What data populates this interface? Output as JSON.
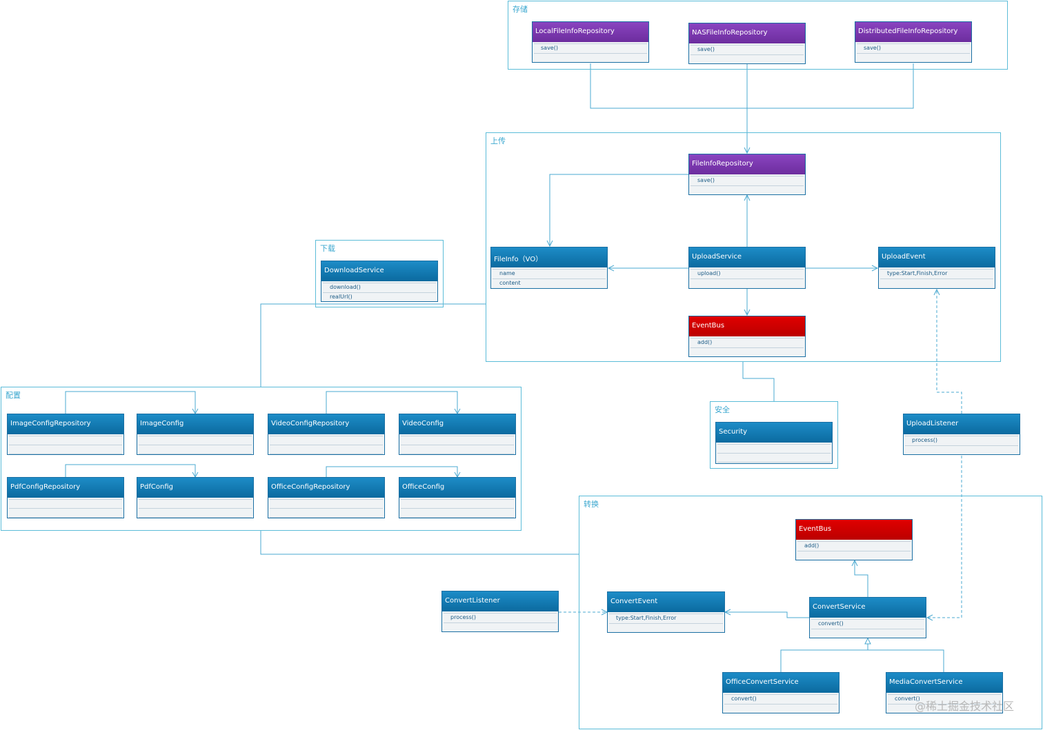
{
  "packages": [
    {
      "id": "storage",
      "label": "存储"
    },
    {
      "id": "upload",
      "label": "上传"
    },
    {
      "id": "download",
      "label": "下载"
    },
    {
      "id": "config",
      "label": "配置"
    },
    {
      "id": "security",
      "label": "安全"
    },
    {
      "id": "convert",
      "label": "转换"
    }
  ],
  "classes": [
    {
      "id": "local-repo",
      "title": "LocalFileInfoRepository",
      "members": [
        "save()"
      ],
      "color": "purple"
    },
    {
      "id": "nas-repo",
      "title": "NASFileInfoRepository",
      "members": [
        "save()"
      ],
      "color": "purple"
    },
    {
      "id": "dist-repo",
      "title": "DistributedFileInfoRepository",
      "members": [
        "save()"
      ],
      "color": "purple"
    },
    {
      "id": "fileinfo-repo",
      "title": "FileInfoRepository",
      "members": [
        "save()"
      ],
      "color": "purple"
    },
    {
      "id": "fileinfo-vo",
      "title": "FileInfo（VO）",
      "members": [
        "name",
        "content"
      ],
      "color": "blue"
    },
    {
      "id": "upload-service",
      "title": "UploadService",
      "members": [
        "upload()"
      ],
      "color": "blue"
    },
    {
      "id": "upload-event",
      "title": "UploadEvent",
      "members": [
        "type:Start,Finish,Error"
      ],
      "color": "blue"
    },
    {
      "id": "eventbus-upload",
      "title": "EventBus",
      "members": [
        "add()"
      ],
      "color": "red"
    },
    {
      "id": "download-service",
      "title": "DownloadService",
      "members": [
        "download()",
        "realUrl()"
      ],
      "color": "blue"
    },
    {
      "id": "image-config-repo",
      "title": "ImageConfigRepository",
      "members": [
        "",
        ""
      ],
      "color": "blue"
    },
    {
      "id": "image-config",
      "title": "ImageConfig",
      "members": [
        "",
        ""
      ],
      "color": "blue"
    },
    {
      "id": "video-config-repo",
      "title": "VideoConfigRepository",
      "members": [
        "",
        ""
      ],
      "color": "blue"
    },
    {
      "id": "video-config",
      "title": "VideoConfig",
      "members": [
        "",
        ""
      ],
      "color": "blue"
    },
    {
      "id": "pdf-config-repo",
      "title": "PdfConfigRepository",
      "members": [
        "",
        ""
      ],
      "color": "blue"
    },
    {
      "id": "pdf-config",
      "title": "PdfConfig",
      "members": [
        "",
        ""
      ],
      "color": "blue"
    },
    {
      "id": "office-config-repo",
      "title": "OfficeConfigRepository",
      "members": [
        "",
        ""
      ],
      "color": "blue"
    },
    {
      "id": "office-config",
      "title": "OfficeConfig",
      "members": [
        "",
        ""
      ],
      "color": "blue"
    },
    {
      "id": "security",
      "title": "Security",
      "members": [
        "",
        ""
      ],
      "color": "blue"
    },
    {
      "id": "upload-listener",
      "title": "UploadListener",
      "members": [
        "process()"
      ],
      "color": "blue"
    },
    {
      "id": "eventbus-convert",
      "title": "EventBus",
      "members": [
        "add()"
      ],
      "color": "red"
    },
    {
      "id": "convert-listener",
      "title": "ConvertListener",
      "members": [
        "process()"
      ],
      "color": "blue"
    },
    {
      "id": "convert-event",
      "title": "ConvertEvent",
      "members": [
        "type:Start,Finish,Error"
      ],
      "color": "blue"
    },
    {
      "id": "convert-service",
      "title": "ConvertService",
      "members": [
        "convert()"
      ],
      "color": "blue"
    },
    {
      "id": "office-convert-service",
      "title": "OfficeConvertService",
      "members": [
        "convert()"
      ],
      "color": "blue"
    },
    {
      "id": "media-convert-service",
      "title": "MediaConvertService",
      "members": [
        "convert()"
      ],
      "color": "blue"
    }
  ],
  "colors": {
    "line": "#4aa8d0",
    "package_border": "#5bbcd8",
    "blue_header": "#0b6a9f",
    "purple_header": "#6c2d9e",
    "red_header": "#bb0000"
  },
  "watermark": "@稀土掘金技术社区"
}
